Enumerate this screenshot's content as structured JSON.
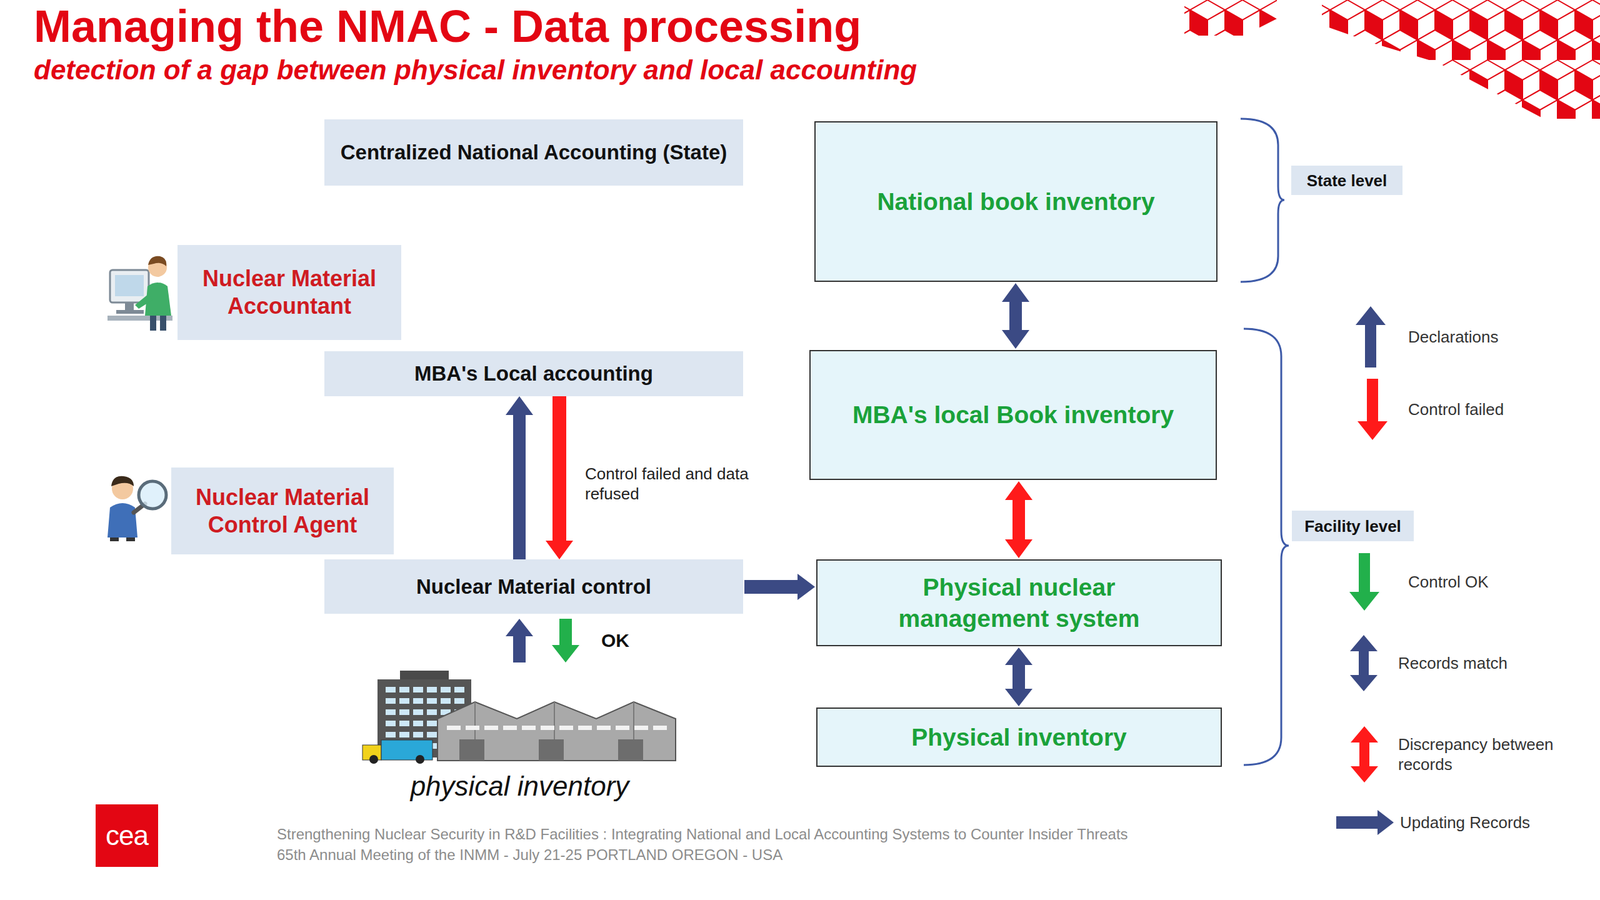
{
  "diagram": {
    "title": "Managing the NMAC - Data processing",
    "nodes": [
      {
        "text": [
          "Centralized National Accounting (State)"
        ]
      },
      {
        "text": [
          "National book inventory"
        ]
      },
      {
        "text": [
          "Nuclear Material Accountant"
        ]
      },
      {
        "text": [
          "MBA's Local accounting"
        ]
      },
      {
        "text": [
          "MBA's local Book inventory"
        ]
      },
      {
        "text": [
          "Nuclear Material Control Agent"
        ]
      },
      {
        "text": [
          "Nuclear Material control"
        ]
      },
      {
        "text": [
          "Physical nuclear management system"
        ]
      },
      {
        "text": [
          "Physical inventory"
        ]
      },
      {
        "text": [
          "physical inventory"
        ]
      },
      {
        "text": [
          "State level"
        ]
      },
      {
        "text": [
          "Facility level"
        ]
      }
    ],
    "edges": [
      {
        "from": 6,
        "to": 3,
        "arrow": "to"
      },
      {
        "from": 3,
        "to": 6,
        "label": "Control failed and data refused",
        "arrow": "to"
      },
      {
        "from": 9,
        "to": 6,
        "arrow": "to"
      },
      {
        "from": 6,
        "to": 9,
        "label": "OK",
        "arrow": "to"
      },
      {
        "from": 6,
        "to": 7,
        "arrow": "to"
      },
      {
        "from": 1,
        "to": 4,
        "arrow": "both"
      },
      {
        "from": 4,
        "to": 7,
        "arrow": "both"
      },
      {
        "from": 7,
        "to": 8,
        "arrow": "both"
      }
    ],
    "labels": [
      "detection of a gap between physical inventory and local accounting",
      "Strengthening Nuclear Security in R&D Facilities : Integrating National and Local Accounting Systems to Counter Insider Threats",
      "65th Annual Meeting of the INMM - July 21-25 PORTLAND OREGON - USA",
      "cea"
    ],
    "legend": [
      {
        "text": "Declarations"
      },
      {
        "text": "Control failed"
      },
      {
        "text": "Control OK"
      },
      {
        "text": "Records match"
      },
      {
        "text": "Discrepancy between records"
      },
      {
        "text": "Updating Records"
      }
    ]
  }
}
